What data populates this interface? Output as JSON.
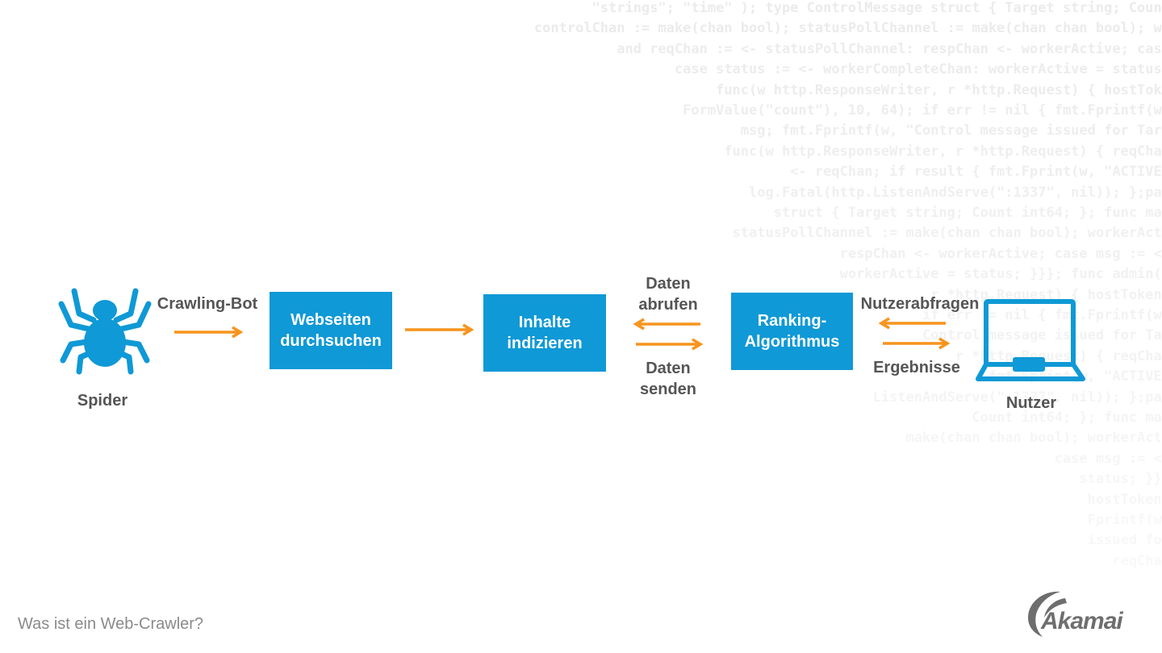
{
  "code_lines": [
    "\"strings\"; \"time\" ); type ControlMessage struct { Target string; Count",
    "controlChan := make(chan bool); statusPollChannel := make(chan chan bool); wo",
    "and reqChan := <- statusPollChannel: respChan <- workerActive; case",
    "case status := <- workerCompleteChan: workerActive = status;",
    "func(w http.ResponseWriter, r *http.Request) { hostToke",
    "FormValue(\"count\"), 10, 64); if err != nil { fmt.Fprintf(w,",
    "msg; fmt.Fprintf(w, \"Control message issued for Targ",
    "func(w http.ResponseWriter, r *http.Request) { reqChan",
    "<- reqChan; if result { fmt.Fprint(w, \"ACTIVE\"",
    "log.Fatal(http.ListenAndServe(\":1337\", nil)); };pac",
    "struct { Target string; Count int64; }; func mai",
    "statusPollChannel := make(chan chan bool); workerActi",
    "respChan <- workerActive; case msg := <-",
    "workerActive = status; }}}; func admin(c",
    "r *http.Request) { hostTokens",
    "if err != nil { fmt.Fprintf(w,",
    "Control message issued for Tar",
    "r *http.Request) { reqChan",
    "fmt.Fprint(w, \"ACTIVE\"",
    "ListenAndServe(\":1337\", nil)); };pac",
    "Count int64; }; func mai",
    "make(chan chan bool); workerActi",
    "case msg := <-",
    "status; }}}",
    "hostTokens",
    "Fprintf(w,",
    "issued for",
    "reqChan"
  ],
  "diagram": {
    "spider_label": "Spider",
    "crawling_bot_label": "Crawling-Bot",
    "box_crawl": "Webseiten durchsuchen",
    "box_index": "Inhalte indizieren",
    "data_fetch_label": "Daten abrufen",
    "data_send_label": "Daten senden",
    "box_ranking": "Ranking-Algorithmus",
    "user_queries_label": "Nutzerabfragen",
    "results_label": "Ergebnisse",
    "user_label": "Nutzer"
  },
  "colors": {
    "box": "#0f99d6",
    "arrow": "#f7941d",
    "icon": "#0f99d6",
    "label": "#555555"
  },
  "footer": {
    "title": "Was ist ein Web-Crawler?",
    "logo_text": "Akamai"
  }
}
